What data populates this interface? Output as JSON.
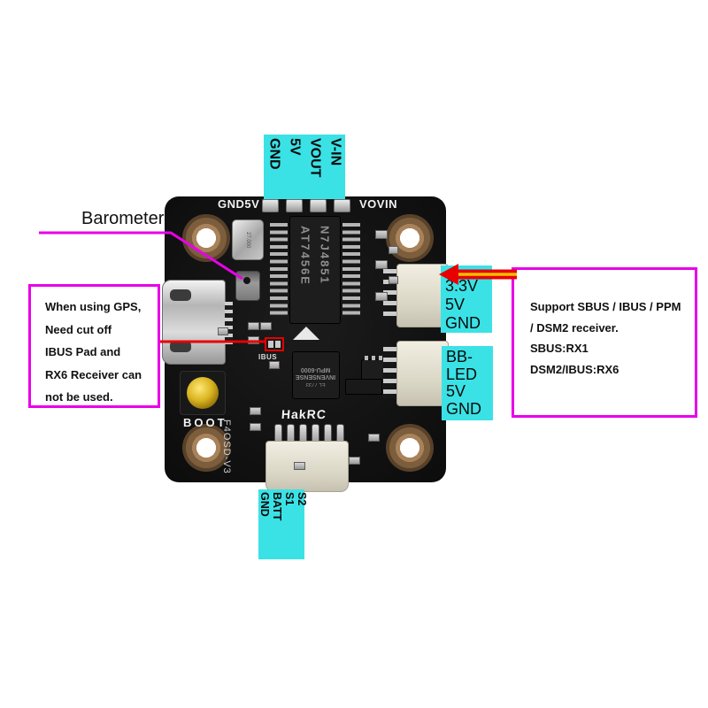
{
  "labels": {
    "barometer": "Barometer"
  },
  "notes": {
    "gps": {
      "lines": [
        "When using GPS,",
        "Need cut off",
        "IBUS Pad and",
        "RX6 Receiver can",
        "not be used."
      ]
    },
    "receiver": {
      "lines": [
        "Support SBUS / IBUS / PPM",
        "/ DSM2 receiver.",
        "SBUS:RX1",
        "DSM2/IBUS:RX6"
      ]
    }
  },
  "pin_labels": {
    "top": [
      "GND",
      "5V",
      "VOUT",
      "V-IN"
    ],
    "right_upper": [
      "3.3V",
      "5V",
      "GND"
    ],
    "right_lower": [
      "BB-",
      "LED",
      "5V",
      "GND"
    ],
    "bottom": [
      "GND",
      "BATT",
      "S1",
      "S2"
    ]
  },
  "board": {
    "silk_top_left": "GND5V",
    "silk_top_right": "VOVIN",
    "osd_chip": {
      "line1": "AT7456E",
      "line2": "N7J4851"
    },
    "gyro": {
      "line1": "EL 7733",
      "line2": "INVENSENSE",
      "line3": "MPU-6000"
    },
    "crystal": "27.000",
    "boot": "BOOT",
    "ibus": "IBUS",
    "brand": "HakRC",
    "model": "F4OSD-V3"
  },
  "colors": {
    "cyan": "#3ae2e6",
    "magenta": "#e800e8",
    "red": "#e80000",
    "arrow_yellow": "#f0c000",
    "board_black": "#141414"
  }
}
